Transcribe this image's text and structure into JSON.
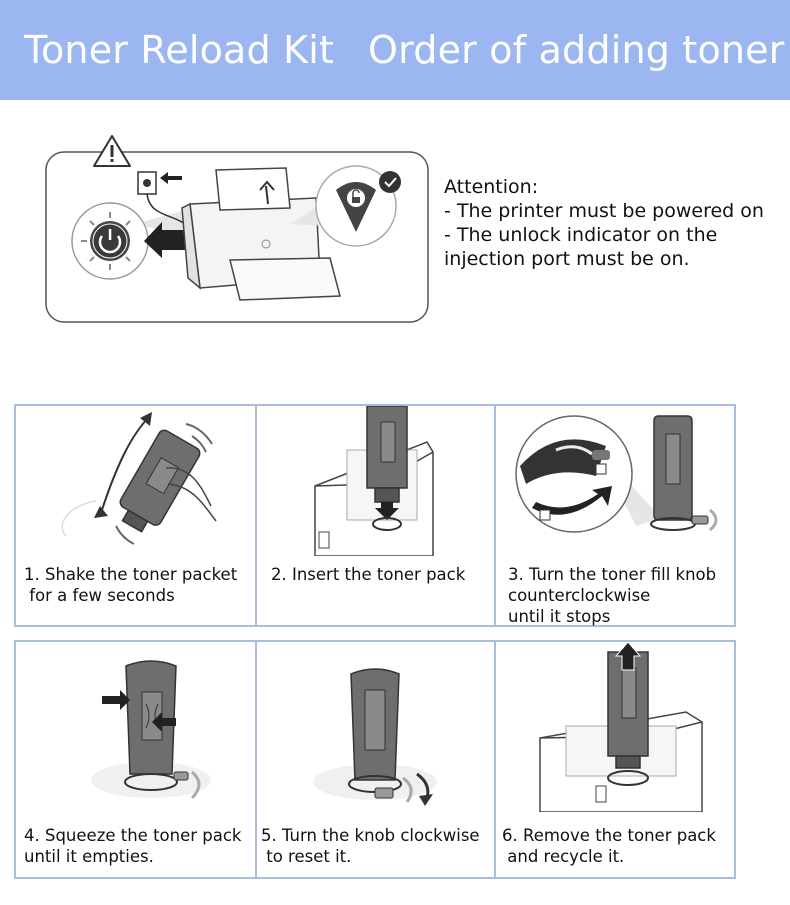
{
  "banner": {
    "title_left": "Toner Reload Kit",
    "title_right": "Order of adding toner",
    "background": "#9bb6f1"
  },
  "attention": {
    "heading": "Attention:",
    "lines": [
      "- The printer must be powered on",
      "- The unlock indicator on the",
      "injection port must be on."
    ]
  },
  "steps": [
    {
      "lines": [
        "1. Shake the toner packet",
        " for a few seconds"
      ],
      "icon": "shake-toner-illustration"
    },
    {
      "lines": [
        "2. Insert the toner pack"
      ],
      "icon": "insert-toner-illustration"
    },
    {
      "lines": [
        "3. Turn the toner fill knob",
        "counterclockwise",
        "until it stops"
      ],
      "icon": "turn-knob-ccw-illustration"
    },
    {
      "lines": [
        "4. Squeeze the toner pack",
        "until it empties."
      ],
      "icon": "squeeze-toner-illustration"
    },
    {
      "lines": [
        "5. Turn the knob clockwise",
        " to reset it."
      ],
      "icon": "turn-knob-cw-illustration"
    },
    {
      "lines": [
        "6. Remove the toner pack",
        " and recycle it."
      ],
      "icon": "remove-toner-illustration"
    }
  ],
  "colors": {
    "border": "#a9bddf",
    "toner": "#6e6e6e",
    "outline": "#333333"
  }
}
